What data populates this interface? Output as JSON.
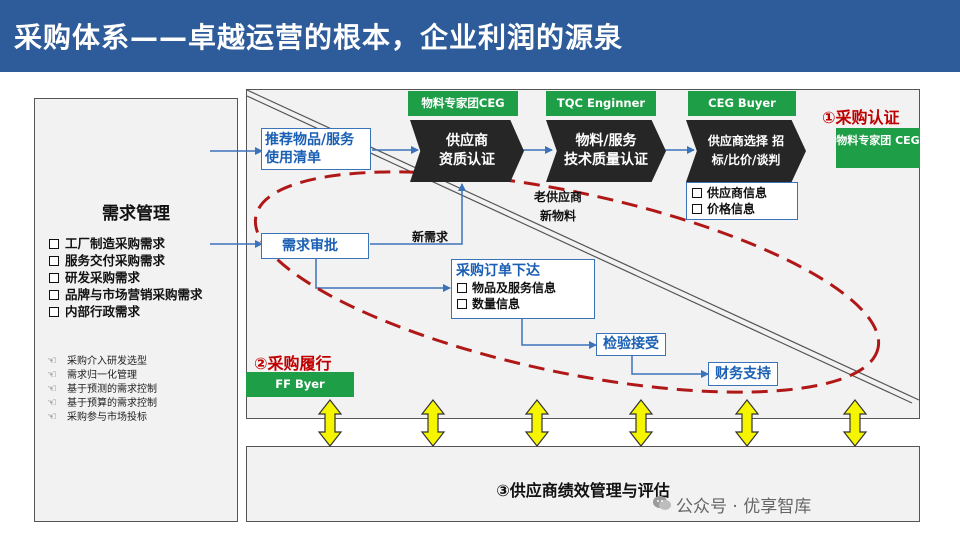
{
  "title": "采购体系——卓越运营的根本，企业利润的源泉",
  "left_panel": {
    "title": "需求管理",
    "items": [
      "工厂制造采购需求",
      "服务交付采购需求",
      "研发采购需求",
      "品牌与市场营销采购需求",
      "内部行政需求"
    ],
    "sub_items": [
      "采购介入研发选型",
      "需求归一化管理",
      "基于预测的需求控制",
      "基于预算的需求控制",
      "采购参与市场投标"
    ]
  },
  "tags": {
    "ceg_expert": "物料专家团CEG",
    "tqc": "TQC Enginner",
    "ceg_buyer": "CEG Buyer",
    "ff_buyer": "FF Byer",
    "right_ceg": "物料专家团 CEG"
  },
  "chevrons": {
    "supplier_qual_line1": "供应商",
    "supplier_qual_line2": "资质认证",
    "material_line1": "物料/服务",
    "material_line2": "技术质量认证",
    "selection_line1": "供应商选择 招",
    "selection_line2": "标/比价/谈判"
  },
  "boxes": {
    "recommend": "推荐物品/服务使用清单",
    "demand_approval": "需求审批",
    "order_title": "采购订单下达",
    "order_items": [
      "物品及服务信息",
      "数量信息"
    ],
    "supplier_info": [
      "供应商信息",
      "价格信息"
    ],
    "inspection": "检验接受",
    "finance": "财务支持"
  },
  "labels": {
    "new_demand": "新需求",
    "old_supplier_line1": "老供应商",
    "old_supplier_line2": "新物料",
    "sourcing_cert": "①采购认证",
    "sourcing_exec": "②采购履行",
    "performance": "③供应商绩效管理与评估"
  },
  "watermark": "公众号 · 优享智库",
  "colors": {
    "title_bar": "#2E5C9A",
    "tag_green": "#1f9e48",
    "chevron_dark": "#262626",
    "accent_blue": "#3b73b9",
    "accent_red": "#c00000",
    "arrow_yellow": "#f5f500"
  }
}
